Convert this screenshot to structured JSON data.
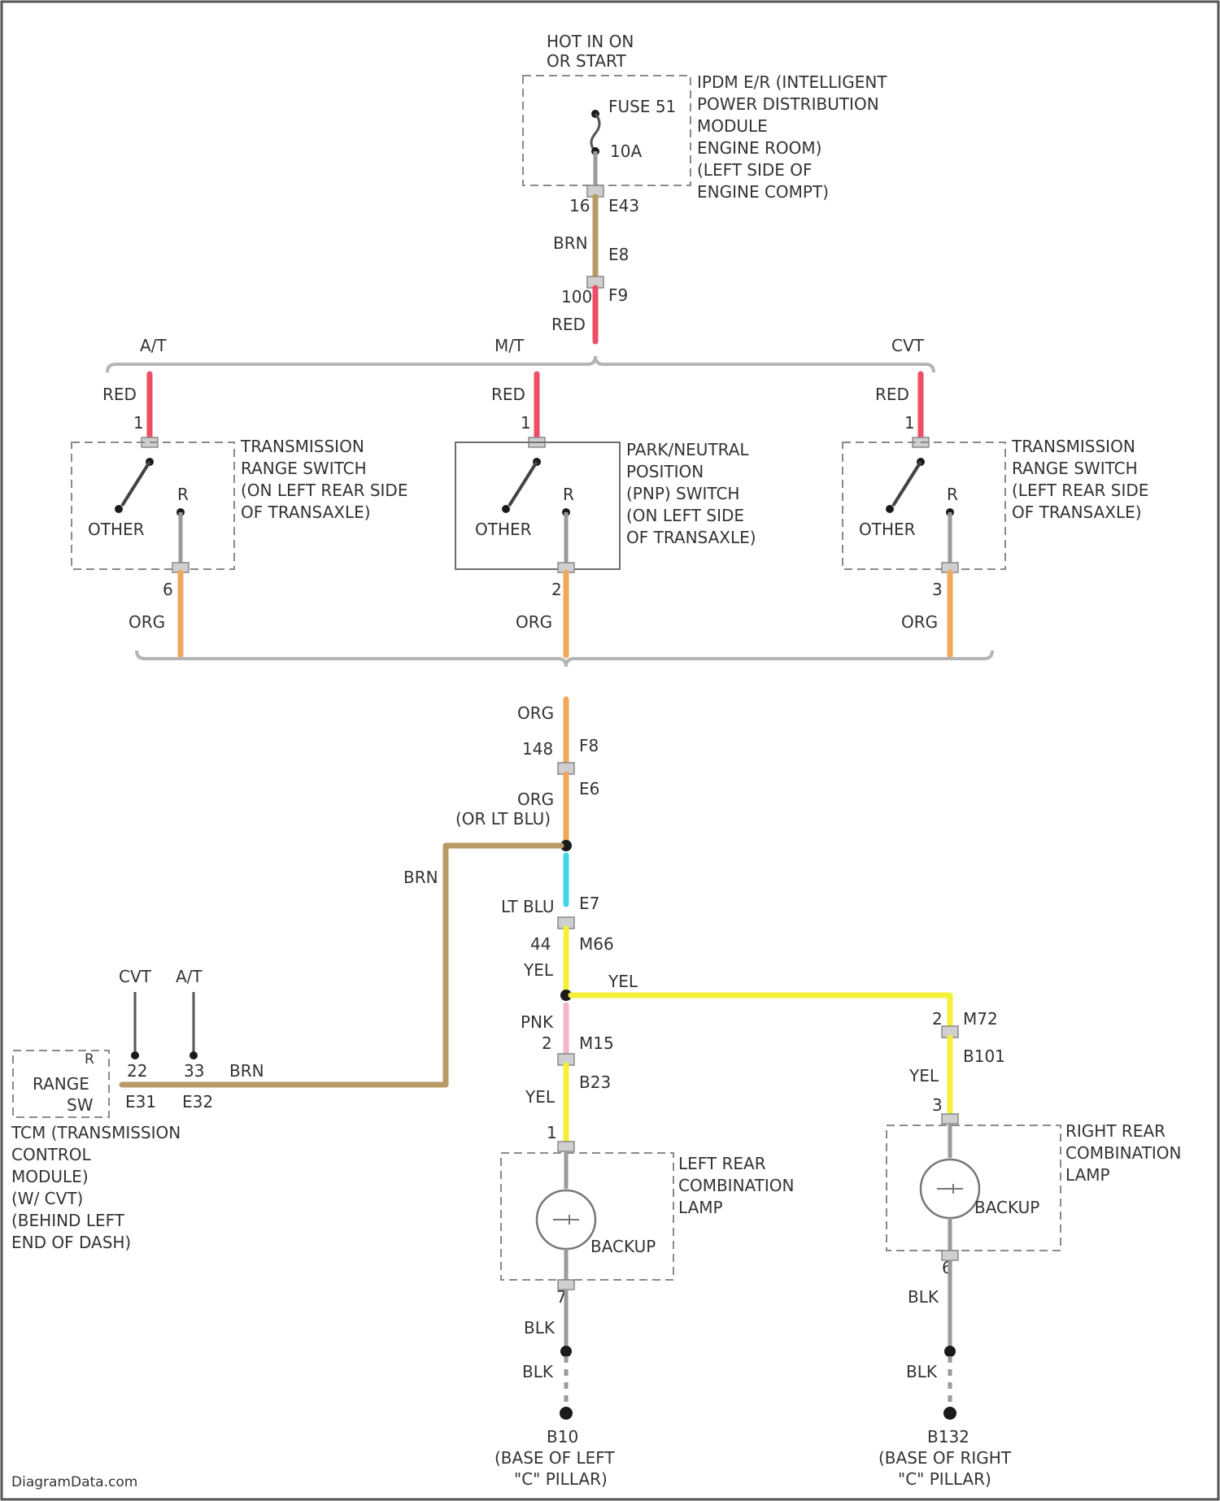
{
  "colors": {
    "brown": "#b89a66",
    "red": "#ee4d66",
    "orange": "#f2a85c",
    "light_blue": "#3fd6e6",
    "yellow": "#f4f03a",
    "pink": "#f2b8c6",
    "black": "#9a9a9a"
  },
  "power": {
    "source_line1": "HOT IN ON",
    "source_line2": "OR START",
    "fuse_label": "FUSE 51",
    "fuse_rating": "10A",
    "ipdm_lines": [
      "IPDM E/R (INTELLIGENT",
      "POWER DISTRIBUTION",
      "MODULE",
      "ENGINE ROOM)",
      "(LEFT SIDE OF",
      "ENGINE COMPT)"
    ],
    "pin_out": "16",
    "conn_out": "E43",
    "wire_brn": "BRN",
    "conn_e8": "E8",
    "pin_f9": "100",
    "conn_f9": "F9",
    "wire_red": "RED"
  },
  "variants": {
    "at": "A/T",
    "mt": "M/T",
    "cvt": "CVT"
  },
  "switches": [
    {
      "wire_in": "RED",
      "pin_in": "1",
      "other": "OTHER",
      "pin_r": "R",
      "pin_out": "6",
      "wire_out": "ORG",
      "label": [
        "TRANSMISSION",
        "RANGE SWITCH",
        "(ON LEFT REAR SIDE",
        "OF TRANSAXLE)"
      ]
    },
    {
      "wire_in": "RED",
      "pin_in": "1",
      "other": "OTHER",
      "pin_r": "R",
      "pin_out": "2",
      "wire_out": "ORG",
      "label": [
        "PARK/NEUTRAL",
        "POSITION",
        "(PNP) SWITCH",
        "(ON LEFT SIDE",
        "OF TRANSAXLE)"
      ]
    },
    {
      "wire_in": "RED",
      "pin_in": "1",
      "other": "OTHER",
      "pin_r": "R",
      "pin_out": "3",
      "wire_out": "ORG",
      "label": [
        "TRANSMISSION",
        "RANGE SWITCH",
        "(LEFT REAR SIDE",
        "OF TRANSAXLE)"
      ]
    }
  ],
  "middle": {
    "wire_org": "ORG",
    "pin_148": "148",
    "conn_f8": "F8",
    "conn_e6": "E6",
    "wire_org2": "ORG",
    "or_lt_blu": "(OR LT BLU)",
    "wire_brn_branch": "BRN",
    "wire_lt_blu": "LT BLU",
    "conn_e7": "E7",
    "pin_44": "44",
    "conn_m66": "M66",
    "wire_yel": "YEL",
    "wire_yel_right": "YEL",
    "wire_pnk": "PNK",
    "pin_2": "2",
    "conn_m15": "M15",
    "conn_b23": "B23",
    "wire_yel_left": "YEL"
  },
  "tcm": {
    "cvt": "CVT",
    "at": "A/T",
    "pin_a": "22",
    "pin_b": "33",
    "conn_a": "E31",
    "conn_b": "E32",
    "wire_brn": "BRN",
    "box_r": "R",
    "box_range": "RANGE",
    "box_sw": "SW",
    "pin_box": "?",
    "label": [
      "TCM (TRANSMISSION",
      "CONTROL",
      "MODULE)",
      "(W/ CVT)",
      "(BEHIND LEFT",
      "END OF DASH)"
    ]
  },
  "left_lamp": {
    "pin_top": "1",
    "label": [
      "LEFT REAR",
      "COMBINATION",
      "LAMP"
    ],
    "bulb_label": "BACKUP",
    "pin_bottom": "7",
    "wire_blk1": "BLK",
    "wire_blk2": "BLK",
    "ground": "B10",
    "ground_desc1": "(BASE OF LEFT",
    "ground_desc2": "\"C\" PILLAR)"
  },
  "right_lamp": {
    "pin_m72": "2",
    "conn_m72": "M72",
    "conn_b101": "B101",
    "wire_yel": "YEL",
    "pin_top": "3",
    "label": [
      "RIGHT REAR",
      "COMBINATION",
      "LAMP"
    ],
    "bulb_label": "BACKUP",
    "pin_bottom": "6",
    "wire_blk1": "BLK",
    "wire_blk2": "BLK",
    "ground": "B132",
    "ground_desc1": "(BASE OF RIGHT",
    "ground_desc2": "\"C\" PILLAR)"
  },
  "footer": "DiagramData.com"
}
